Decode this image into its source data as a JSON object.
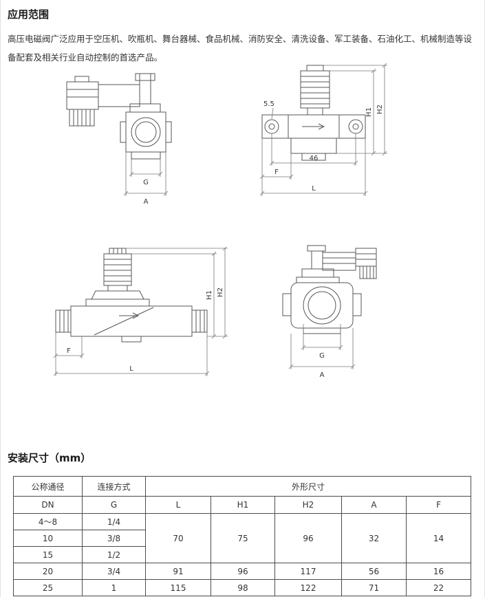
{
  "sections": {
    "application": {
      "title": "应用范围",
      "body": "高压电磁阀广泛应用于空压机、吹瓶机、舞台器械、食品机械、消防安全、清洗设备、军工装备、石油化工、机械制造等设备配套及相关行业自动控制的首选产品。"
    },
    "installation": {
      "title": "安装尺寸（mm）"
    }
  },
  "dims": {
    "g": "G",
    "a": "A",
    "h1": "H1",
    "h2": "H2",
    "l": "L",
    "f": "F",
    "d46": "46",
    "d55": "5.5"
  },
  "table": {
    "header_row1": {
      "nominal": "公称通径",
      "connection": "连接方式",
      "outline": "外形尺寸"
    },
    "header_row2": [
      "DN",
      "G",
      "L",
      "H1",
      "H2",
      "A",
      "F"
    ],
    "merged": {
      "l": "70",
      "h1": "75",
      "h2": "96",
      "a": "32",
      "f": "14"
    },
    "rows": [
      {
        "dn": "4～8",
        "g": "1/4"
      },
      {
        "dn": "10",
        "g": "3/8"
      },
      {
        "dn": "15",
        "g": "1/2"
      },
      {
        "dn": "20",
        "g": "3/4",
        "l": "91",
        "h1": "96",
        "h2": "117",
        "a": "56",
        "f": "16"
      },
      {
        "dn": "25",
        "g": "1",
        "l": "115",
        "h1": "98",
        "h2": "122",
        "a": "71",
        "f": "22"
      }
    ]
  }
}
